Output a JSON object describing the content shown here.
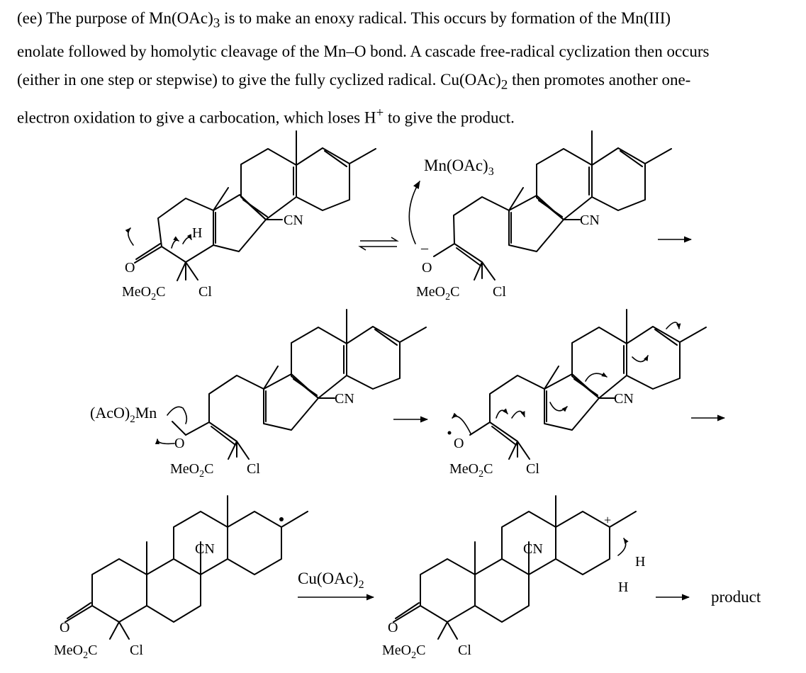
{
  "paragraph": {
    "line1_a": "(ee)  The purpose of Mn(OAc)",
    "line1_sub": "3",
    "line1_b": " is to make an enoxy radical.  This occurs by formation of the Mn(III)",
    "line2": "enolate followed by homolytic cleavage of the Mn–O bond.  A cascade free-radical cyclization then occurs",
    "line3_a": "(either in one step or stepwise) to give the fully cyclized radical.  Cu(OAc)",
    "line3_sub": "2",
    "line3_b": " then promotes another one-",
    "line4_a": "electron oxidation to give a carbocation, which loses H",
    "line4_sup": "+",
    "line4_b": " to give the product."
  },
  "labels": {
    "meo2c_a": "MeO",
    "meo2c_sub": "2",
    "meo2c_c": "C",
    "cl": "Cl",
    "o": "O",
    "cn": "CN",
    "h": "H",
    "minus": "–",
    "plus": "+",
    "mn_oac3_a": "Mn(OAc)",
    "mn_oac3_sub": "3",
    "aco2mn_a": "(AcO)",
    "aco2mn_sub": "2",
    "aco2mn_b": "Mn",
    "cu_oac2_a": "Cu(OAc)",
    "cu_oac2_sub": "2",
    "product": "product"
  }
}
